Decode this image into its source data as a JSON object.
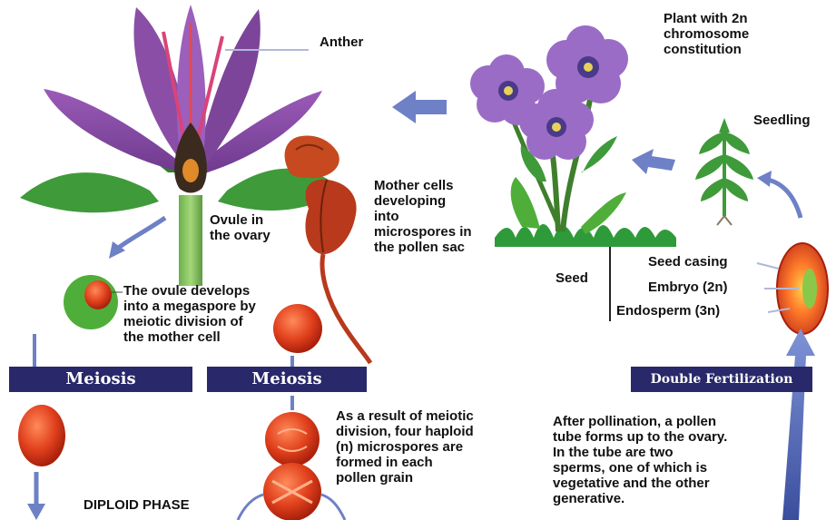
{
  "labels": {
    "anther": "Anther",
    "plant": "Plant with 2n\nchromosome\nconstitution",
    "seedling": "Seedling",
    "mother_cells": "Mother cells\ndeveloping\ninto\nmicrospores in\nthe pollen sac",
    "ovule": "Ovule in\nthe ovary",
    "seed": "Seed",
    "seed_casing": "Seed casing",
    "embryo": "Embryo (2n)",
    "endosperm": "Endosperm (3n)",
    "megaspore": "The ovule develops\ninto a megaspore by\nmeiotic division of\nthe mother cell",
    "microspores": "As a result of meiotic\ndivision, four haploid\n(n) microspores are\nformed in each\npollen grain",
    "pollination": "After pollination, a pollen\ntube forms up to the ovary.\nIn the tube are two\nsperms, one of which is\nvegetative and the other\ngenerative.",
    "diploid": "DIPLOID PHASE"
  },
  "banners": {
    "meiosis_left": "Meiosis",
    "meiosis_right": "Meiosis",
    "double_fertilization": "Double Fertilization"
  },
  "colors": {
    "petal": "#8b4ea6",
    "leaf": "#3f9a3a",
    "arrow": "#5a6db8",
    "banner": "#28286a",
    "cell": "#d63a1a"
  }
}
